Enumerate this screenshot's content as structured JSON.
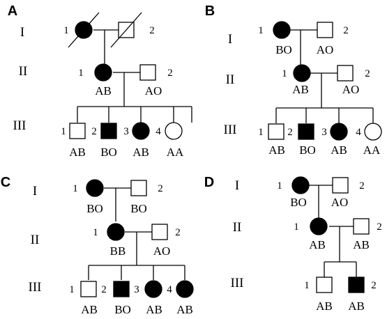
{
  "colors": {
    "affected": "#000000",
    "unaffected": "#ffffff",
    "line": "#000000"
  },
  "panels": [
    {
      "letter": "A",
      "generations": [
        "I",
        "II",
        "III"
      ],
      "individuals": [
        {
          "id": "A-I-1",
          "shape": "circle",
          "affected": true,
          "deceased": true,
          "number": "1",
          "genotype": ""
        },
        {
          "id": "A-I-2",
          "shape": "square",
          "affected": false,
          "deceased": true,
          "number": "2",
          "genotype": ""
        },
        {
          "id": "A-II-1",
          "shape": "circle",
          "affected": true,
          "deceased": false,
          "number": "1",
          "genotype": "AB"
        },
        {
          "id": "A-II-2",
          "shape": "square",
          "affected": false,
          "deceased": false,
          "number": "2",
          "genotype": "AO"
        },
        {
          "id": "A-III-1",
          "shape": "square",
          "affected": false,
          "deceased": false,
          "number": "1",
          "genotype": "AB"
        },
        {
          "id": "A-III-2",
          "shape": "square",
          "affected": true,
          "deceased": false,
          "number": "2",
          "genotype": "BO"
        },
        {
          "id": "A-III-3",
          "shape": "circle",
          "affected": true,
          "deceased": false,
          "number": "3",
          "genotype": "AB"
        },
        {
          "id": "A-III-4",
          "shape": "circle",
          "affected": false,
          "deceased": false,
          "number": "4",
          "genotype": "AA"
        }
      ]
    },
    {
      "letter": "B",
      "generations": [
        "I",
        "II",
        "III"
      ],
      "individuals": [
        {
          "id": "B-I-1",
          "shape": "circle",
          "affected": true,
          "deceased": false,
          "number": "1",
          "genotype": "BO"
        },
        {
          "id": "B-I-2",
          "shape": "square",
          "affected": false,
          "deceased": false,
          "number": "2",
          "genotype": "AO"
        },
        {
          "id": "B-II-1",
          "shape": "circle",
          "affected": true,
          "deceased": false,
          "number": "1",
          "genotype": "AB"
        },
        {
          "id": "B-II-2",
          "shape": "square",
          "affected": false,
          "deceased": false,
          "number": "2",
          "genotype": "AO"
        },
        {
          "id": "B-III-1",
          "shape": "square",
          "affected": false,
          "deceased": false,
          "number": "1",
          "genotype": "AB"
        },
        {
          "id": "B-III-2",
          "shape": "square",
          "affected": true,
          "deceased": false,
          "number": "2",
          "genotype": "BO"
        },
        {
          "id": "B-III-3",
          "shape": "circle",
          "affected": true,
          "deceased": false,
          "number": "3",
          "genotype": "AB"
        },
        {
          "id": "B-III-4",
          "shape": "circle",
          "affected": false,
          "deceased": false,
          "number": "4",
          "genotype": "AA"
        }
      ]
    },
    {
      "letter": "C",
      "generations": [
        "I",
        "II",
        "III"
      ],
      "individuals": [
        {
          "id": "C-I-1",
          "shape": "circle",
          "affected": true,
          "deceased": false,
          "number": "1",
          "genotype": "BO"
        },
        {
          "id": "C-I-2",
          "shape": "square",
          "affected": false,
          "deceased": false,
          "number": "2",
          "genotype": "BO"
        },
        {
          "id": "C-II-1",
          "shape": "circle",
          "affected": true,
          "deceased": false,
          "number": "1",
          "genotype": "BB"
        },
        {
          "id": "C-II-2",
          "shape": "square",
          "affected": false,
          "deceased": false,
          "number": "2",
          "genotype": "AO"
        },
        {
          "id": "C-III-1",
          "shape": "square",
          "affected": false,
          "deceased": false,
          "number": "1",
          "genotype": "AB"
        },
        {
          "id": "C-III-2",
          "shape": "square",
          "affected": true,
          "deceased": false,
          "number": "2",
          "genotype": "BO"
        },
        {
          "id": "C-III-3",
          "shape": "circle",
          "affected": true,
          "deceased": false,
          "number": "3",
          "genotype": "AB"
        },
        {
          "id": "C-III-4",
          "shape": "circle",
          "affected": true,
          "deceased": false,
          "number": "4",
          "genotype": "AB"
        }
      ]
    },
    {
      "letter": "D",
      "generations": [
        "I",
        "II",
        "III"
      ],
      "individuals": [
        {
          "id": "D-I-1",
          "shape": "circle",
          "affected": true,
          "deceased": false,
          "number": "1",
          "genotype": "BO"
        },
        {
          "id": "D-I-2",
          "shape": "square",
          "affected": false,
          "deceased": false,
          "number": "2",
          "genotype": "AO"
        },
        {
          "id": "D-II-1",
          "shape": "circle",
          "affected": true,
          "deceased": false,
          "number": "1",
          "genotype": "AB"
        },
        {
          "id": "D-II-2",
          "shape": "square",
          "affected": false,
          "deceased": false,
          "number": "2",
          "genotype": "AB"
        },
        {
          "id": "D-III-1",
          "shape": "square",
          "affected": false,
          "deceased": false,
          "number": "1",
          "genotype": "AB"
        },
        {
          "id": "D-III-2",
          "shape": "square",
          "affected": true,
          "deceased": false,
          "number": "2",
          "genotype": "AB"
        }
      ]
    }
  ]
}
